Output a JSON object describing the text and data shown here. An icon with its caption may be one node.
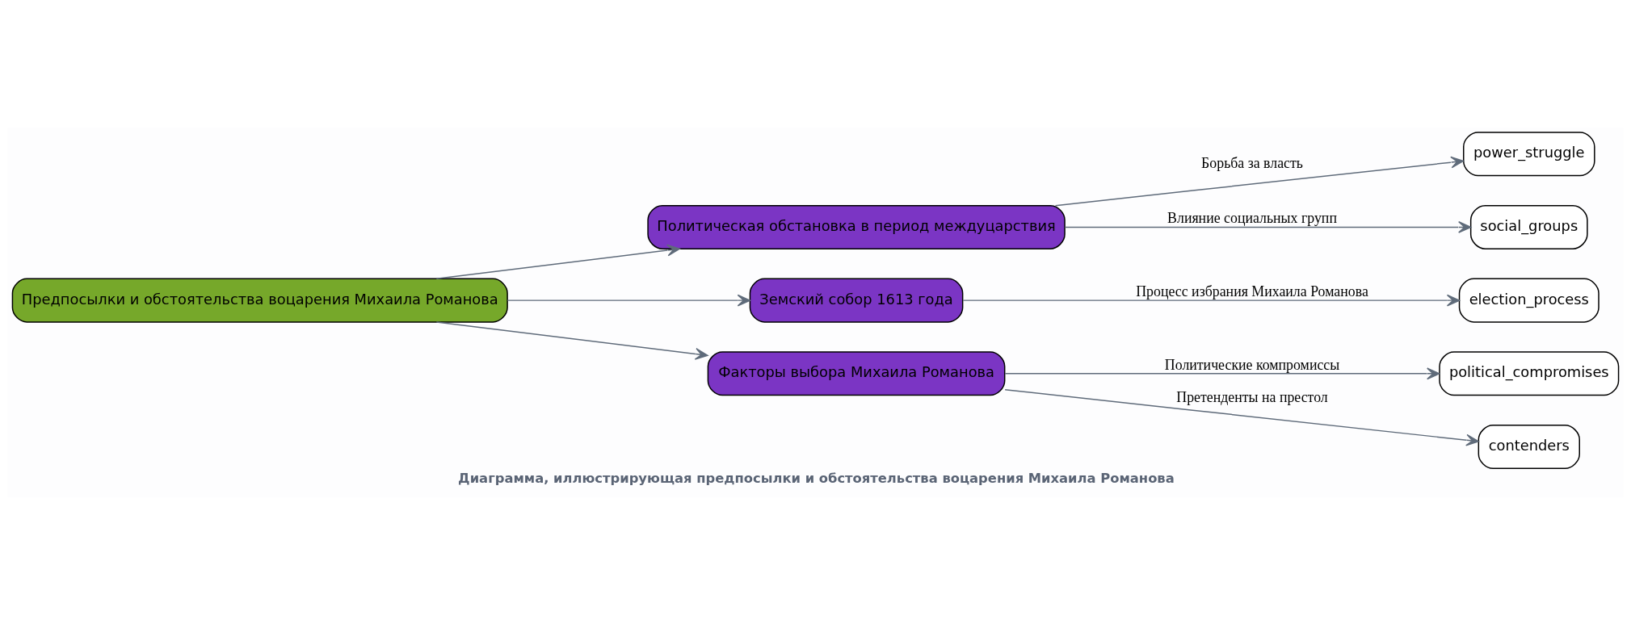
{
  "diagram": {
    "title": "Диаграмма, иллюстрирующая предпосылки и обстоятельства воцарения Михаила Романова",
    "nodes": [
      {
        "text": [
          "Предпосылки и обстоятельства воцарения Михаила Романова"
        ]
      },
      {
        "text": [
          "Политическая обстановка в период междуцарствия"
        ]
      },
      {
        "text": [
          "Земский собор 1613 года"
        ]
      },
      {
        "text": [
          "Факторы выбора Михаила Романова"
        ]
      },
      {
        "text": [
          "power_struggle"
        ]
      },
      {
        "text": [
          "social_groups"
        ]
      },
      {
        "text": [
          "election_process"
        ]
      },
      {
        "text": [
          "political_compromises"
        ]
      },
      {
        "text": [
          "contenders"
        ]
      }
    ],
    "edges": [
      {
        "from": 0,
        "to": 1,
        "arrow": "to"
      },
      {
        "from": 0,
        "to": 2,
        "arrow": "to"
      },
      {
        "from": 0,
        "to": 3,
        "arrow": "to"
      },
      {
        "from": 1,
        "to": 4,
        "arrow": "to",
        "label": "Борьба за власть"
      },
      {
        "from": 1,
        "to": 5,
        "arrow": "to",
        "label": "Влияние социальных групп"
      },
      {
        "from": 2,
        "to": 6,
        "arrow": "to",
        "label": "Процесс избрания Михаила Романова"
      },
      {
        "from": 3,
        "to": 7,
        "arrow": "to",
        "label": "Политические компромиссы"
      },
      {
        "from": 3,
        "to": 8,
        "arrow": "to",
        "label": "Претенденты на престол"
      }
    ]
  }
}
